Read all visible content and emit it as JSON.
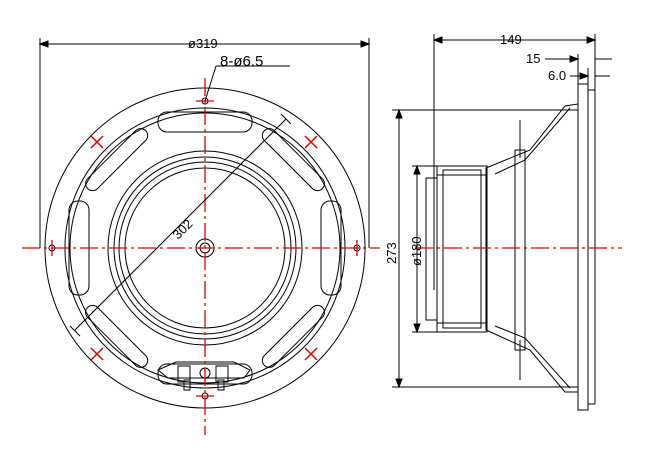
{
  "drawing": {
    "front_view": {
      "outer_diameter_label": "ø319",
      "mounting_holes_label": "8-ø6.5",
      "bolt_circle_label": "302"
    },
    "side_view": {
      "depth_label": "149",
      "flange_thickness_label": "15",
      "gasket_thickness_label": "6.0",
      "height_label": "273",
      "magnet_diameter_label": "ø180"
    },
    "colors": {
      "linework": "#000000",
      "centerline": "#e00000",
      "background": "#ffffff"
    }
  }
}
